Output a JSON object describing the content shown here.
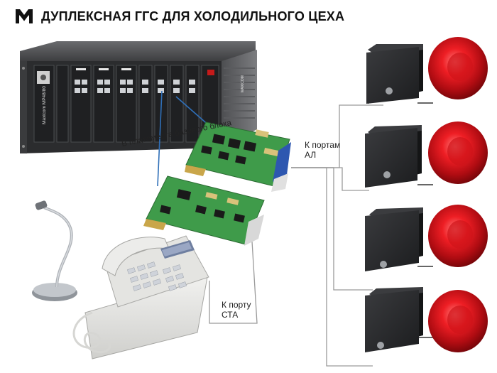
{
  "header": {
    "title": "ДУПЛЕКСНАЯ ГГС ДЛЯ ХОЛОДИЛЬНОГО ЦЕХА",
    "logo_registered": "®"
  },
  "rack": {
    "model_label": "Maxicom MP48/80",
    "side_label": "MAXICOM"
  },
  "labels": {
    "slots": "В платоместа базового блока",
    "to_al_line1": "К портам",
    "to_al_line2": "АЛ",
    "to_sta_line1": "К порту",
    "to_sta_line2": "СТА"
  },
  "colors": {
    "accent_red": "#e0141c",
    "board_green": "#3f9b4a",
    "rack_dark": "#2b2c2e",
    "speaker_dark": "#2a2b2d",
    "wire_gray": "#9a9a9a"
  }
}
